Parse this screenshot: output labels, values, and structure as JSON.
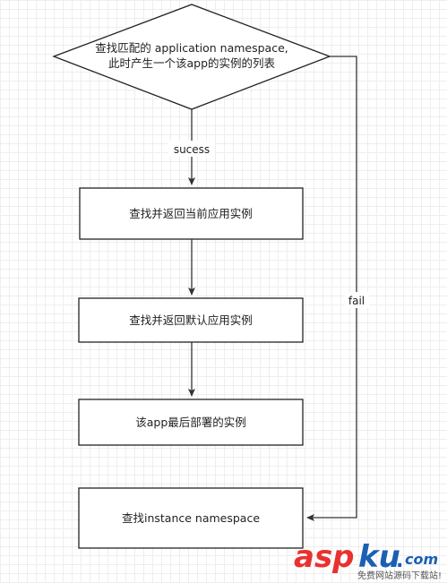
{
  "nodes": {
    "decision": {
      "line1": "查找匹配的 application namespace,",
      "line2": "此时产生一个该app的实例的列表"
    },
    "step1": "查找并返回当前应用实例",
    "step2": "查找并返回默认应用实例",
    "step3": "该app最后部署的实例",
    "step4": "查找instance namespace"
  },
  "edges": {
    "success_label": "sucess",
    "fail_label": "fail"
  },
  "watermark": {
    "brand_red": "asp",
    "brand_blue": "ku",
    "brand_dot": ".",
    "brand_tld": "com",
    "tagline": "免费网站源码下载站!"
  },
  "colors": {
    "line": "#333333",
    "watermark_red": "#e8322f",
    "watermark_blue": "#1a5fb4"
  }
}
